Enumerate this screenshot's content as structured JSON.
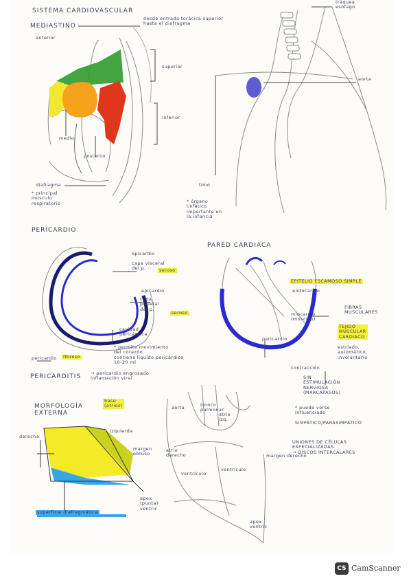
{
  "section1": {
    "title": "SISTEMA CARDIOVASCULAR",
    "mediastino": "MEDIASTINO",
    "mediastino_note": "desde entrada torácica superior\nhasta el diafragma",
    "anterior": "anterior",
    "superior": "superior",
    "inferior": "inferior",
    "medio": "medio",
    "posterior": "posterior",
    "diafragma": "diafragma",
    "diafragma_note": "* principal\nmúsculo\nrespiratorio",
    "traquea": "tráquea\nesófago",
    "aorta": "aorta",
    "timo": "timo",
    "timo_note": "* órgano\nlinfático\nimportante en\nla infancia"
  },
  "section2": {
    "pericardio": "PERICARDIO",
    "epicardio": "epicardio",
    "capa_visceral": "capa visceral\ndel p.",
    "seroso_1": "seroso",
    "epicardio_2": "epicardio",
    "capa_parietal": "capa\nparietal\ndel p.",
    "seroso_2": "seroso",
    "cavidad": "cavidad\npericárdica",
    "cavidad_note": "* permite movimiento\ndel corazón\ncontiene líquido pericárdico\n10-20 ml",
    "pericardio_fibroso": "pericardio",
    "fibroso": "fibroso",
    "pericarditis": "PERICARDITIS",
    "pericarditis_note": "→ pericardio engrosado\ninflamación viral"
  },
  "section3": {
    "pared": "PARED CARDIACA",
    "epitelio": "EPITELIO ESCAMOSO SIMPLE",
    "endocardio": "endocardio",
    "miocardio": "miocardio\n(músculo)",
    "fibras": "FIBRAS\nMUSCULARES",
    "tejido": "TEJIDO\nMUSCULAR\nCARDIACO",
    "estriado": "estriado,\nautomático,\ninvoluntario",
    "pericardio": "pericardio",
    "contraccion": "contracción",
    "sin_estimulacion": "SIN\nESTIMULACIÓN\nNERVIOSA\n(MARCAPASOS)",
    "puede": "* puede verse\ninfluenciado",
    "simpatico": "SIMPÁTICO/PARASIMPÁTICO",
    "uniones": "UNIONES DE CÉLULAS\nESPECIALIZADAS\n→ DISCOS INTERCALARES"
  },
  "section4": {
    "morfologia": "MORFOLOGÍA\nEXTERNA",
    "base": "base\n(atrios)",
    "derecha": "derecha",
    "izquierda": "izquierda",
    "margen": "margen\nobtuso",
    "apex": "apex\n(punta)\nventric",
    "superficie": "superficie diafragmática",
    "aorta": "aorta",
    "tronco": "tronco\npulmonar",
    "atrio_izq": "atrio\nizq.",
    "atrio_der": "atrio\nderecho",
    "ventriculo_der": "ventrículo",
    "ventriculo_izq": "ventrículo",
    "margen_der": "margen derecho",
    "apex2": "apex\nventric"
  },
  "footer": {
    "scanner_logo": "CS",
    "scanner_name": "CamScanner"
  }
}
